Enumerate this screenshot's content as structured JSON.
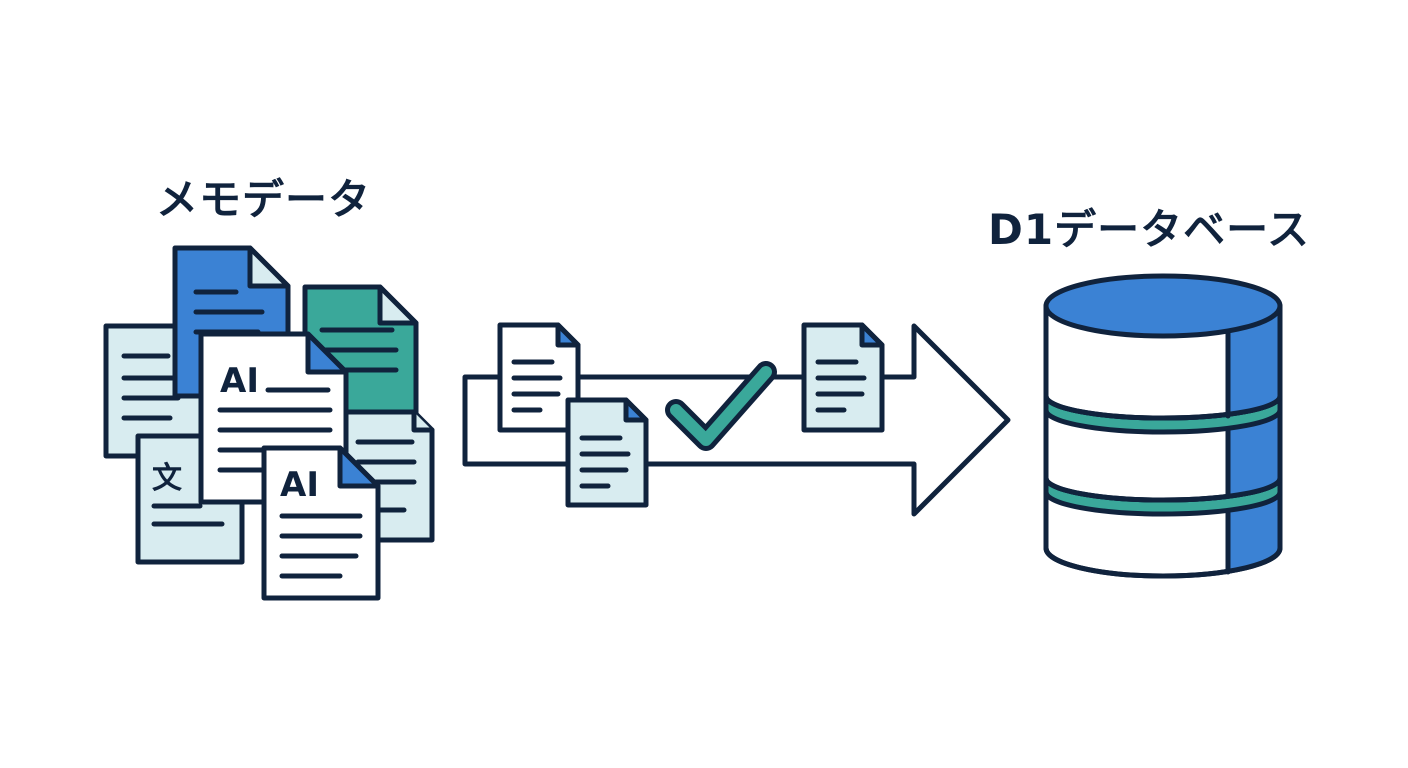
{
  "source": {
    "title": "メモデータ",
    "doc_badges": [
      "AI",
      "文",
      "AI"
    ]
  },
  "target": {
    "title": "D1データベース"
  },
  "colors": {
    "outline": "#10233d",
    "blue": "#3b82d4",
    "teal": "#3aa89a",
    "light": "#d8ecf0",
    "white": "#ffffff"
  },
  "icons": [
    "document-icon",
    "checkmark-icon",
    "arrow-icon",
    "database-icon"
  ]
}
